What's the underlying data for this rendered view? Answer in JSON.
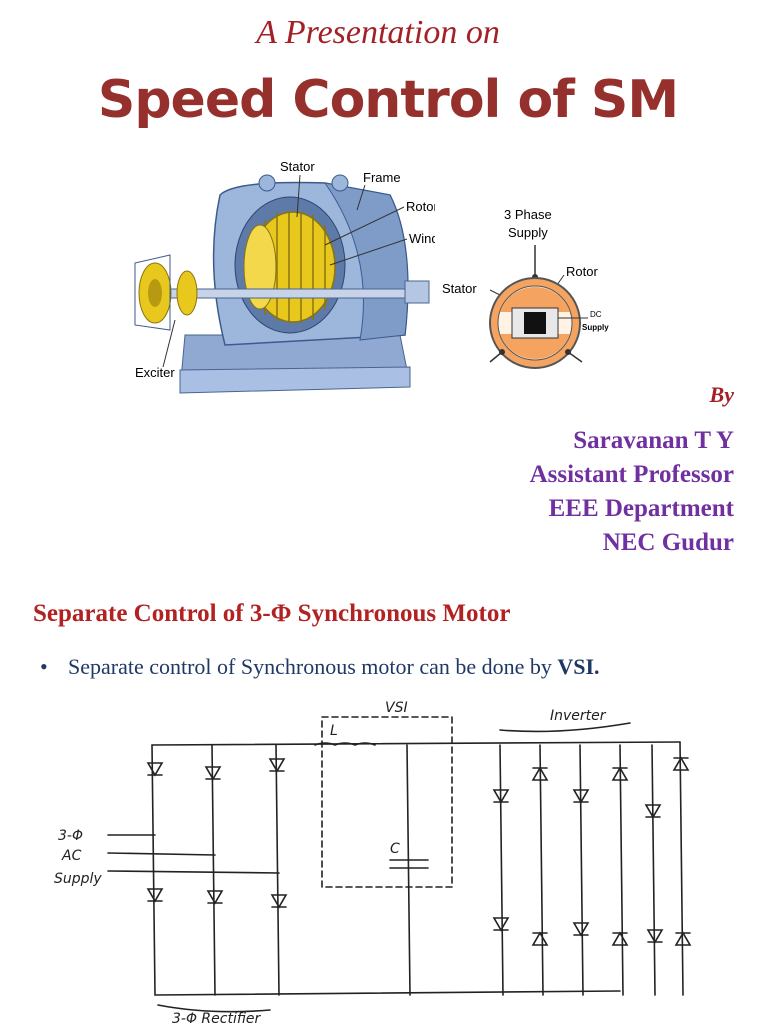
{
  "slide1": {
    "subtitle": "A Presentation on",
    "title": "Speed Control of SM",
    "motor_labels": {
      "stator": "Stator",
      "frame": "Frame",
      "rotor": "Rotor",
      "winding": "Winding",
      "exciter": "Exciter"
    },
    "cross_section_labels": {
      "supply_line1": "3 Phase",
      "supply_line2": "Supply",
      "rotor": "Rotor",
      "stator": "Stator",
      "dc_line1": "DC",
      "dc_line2": "Supply"
    },
    "by": "By",
    "author": {
      "name": "Saravanan T Y",
      "designation": "Assistant Professor",
      "department": "EEE Department",
      "institution": "NEC Gudur"
    }
  },
  "slide2": {
    "title": "Separate Control of 3-Φ Synchronous Motor",
    "bullet_text": "Separate control of Synchronous motor can be done by ",
    "bullet_bold": "VSI.",
    "circuit_labels": {
      "vsi": "VSI",
      "inverter": "Inverter",
      "inductor": "L",
      "capacitor": "C",
      "supply_line1": "3-Φ",
      "supply_line2": "AC",
      "supply_line3": "Supply",
      "rectifier": "3-Φ Rectifier"
    }
  },
  "colors": {
    "title_red": "#96302d",
    "subtitle_red": "#a32126",
    "author_purple": "#7030a0",
    "bullet_navy": "#1f3864",
    "motor_blue": "#9cb6dc",
    "rotor_yellow": "#e8c81c",
    "cross_orange": "#f4a460"
  }
}
